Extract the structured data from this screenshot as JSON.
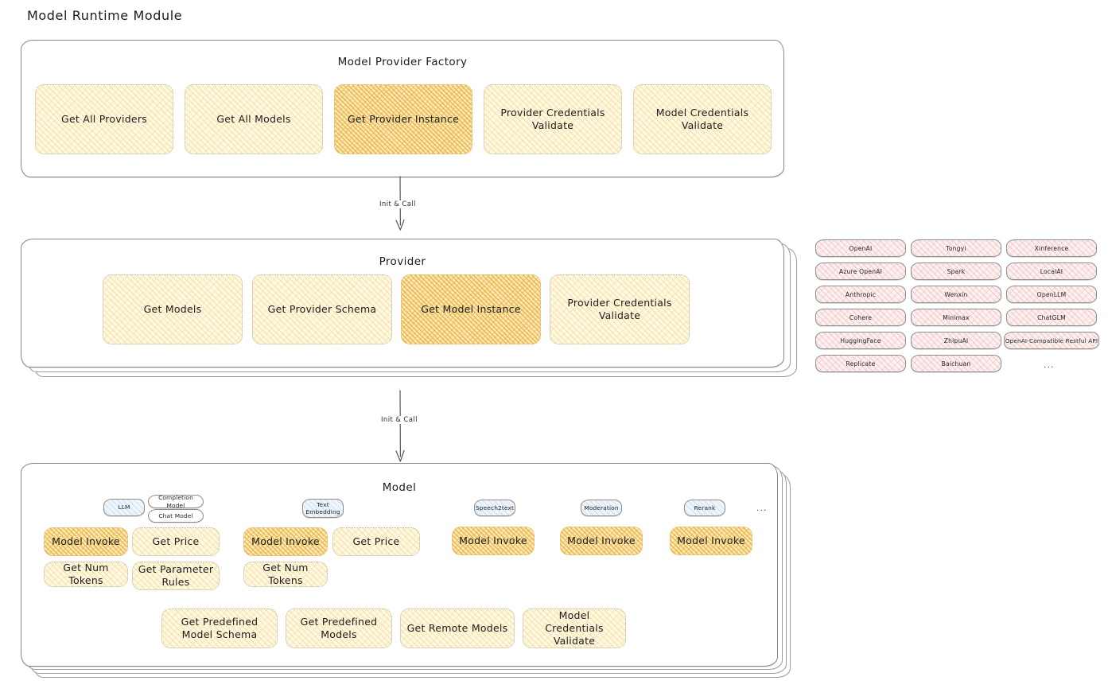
{
  "page": {
    "title": "Model Runtime Module"
  },
  "factory": {
    "title": "Model Provider Factory",
    "cards": [
      {
        "label": "Get All Providers",
        "highlight": false
      },
      {
        "label": "Get All Models",
        "highlight": false
      },
      {
        "label": "Get Provider Instance",
        "highlight": true
      },
      {
        "label": "Provider Credentials Validate",
        "highlight": false
      },
      {
        "label": "Model Credentials Validate",
        "highlight": false
      }
    ]
  },
  "arrows": [
    {
      "label": "Init & Call"
    },
    {
      "label": "Init & Call"
    }
  ],
  "provider": {
    "title": "Provider",
    "cards": [
      {
        "label": "Get Models",
        "highlight": false
      },
      {
        "label": "Get Provider Schema",
        "highlight": false
      },
      {
        "label": "Get Model Instance",
        "highlight": true
      },
      {
        "label": "Provider Credentials Validate",
        "highlight": false
      }
    ]
  },
  "provider_list": {
    "columns": [
      [
        "OpenAI",
        "Azure OpenAI",
        "Anthropic",
        "Cohere",
        "HuggingFace",
        "Replicate"
      ],
      [
        "Tongyi",
        "Spark",
        "Wenxin",
        "Minimax",
        "ZhipuAI",
        "Baichuan"
      ],
      [
        "Xinference",
        "LocalAI",
        "OpenLLM",
        "ChatGLM",
        "OpenAI-Compatible Restful API"
      ]
    ],
    "more": "..."
  },
  "model": {
    "title": "Model",
    "more": "...",
    "types": [
      {
        "badge": "LLM",
        "sub_badges": [
          "Completion Model",
          "Chat Model"
        ],
        "cards": [
          {
            "label": "Model Invoke",
            "highlight": true
          },
          {
            "label": "Get Price",
            "highlight": false
          },
          {
            "label": "Get Num Tokens",
            "highlight": false
          },
          {
            "label": "Get Parameter Rules",
            "highlight": false
          }
        ]
      },
      {
        "badge": "Text Embedding",
        "sub_badges": [],
        "cards": [
          {
            "label": "Model Invoke",
            "highlight": true
          },
          {
            "label": "Get Price",
            "highlight": false
          },
          {
            "label": "Get Num Tokens",
            "highlight": false
          }
        ]
      },
      {
        "badge": "Speech2text",
        "sub_badges": [],
        "cards": [
          {
            "label": "Model Invoke",
            "highlight": true
          }
        ]
      },
      {
        "badge": "Moderation",
        "sub_badges": [],
        "cards": [
          {
            "label": "Model Invoke",
            "highlight": true
          }
        ]
      },
      {
        "badge": "Rerank",
        "sub_badges": [],
        "cards": [
          {
            "label": "Model Invoke",
            "highlight": true
          }
        ]
      }
    ],
    "shared_cards": [
      {
        "label": "Get Predefined Model Schema"
      },
      {
        "label": "Get Predefined Models"
      },
      {
        "label": "Get Remote Models"
      },
      {
        "label": "Model Credentials Validate"
      }
    ]
  },
  "colors": {
    "card_fill": "#fdf8e6",
    "card_highlight_fill": "#fbe9bd",
    "chip_fill": "#fdf0f0",
    "badge_fill": "#eef5fb",
    "stroke": "#868686",
    "background": "#ffffff"
  }
}
